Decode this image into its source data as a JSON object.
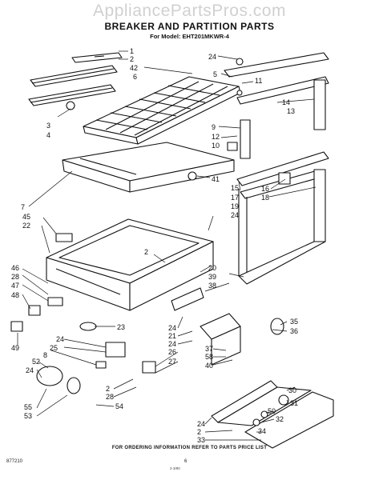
{
  "watermark": "AppliancePartsPros.com",
  "title": "BREAKER AND PARTITION PARTS",
  "model_line": "For Model: EHT201MKWR-4",
  "footer": "FOR ORDERING INFORMATION REFER TO PARTS PRICE LIST",
  "doc_code": "877210",
  "page_number": "6",
  "page_sub": "2-3/90",
  "callouts": [
    "1",
    "2",
    "42",
    "6",
    "3",
    "4",
    "24",
    "5",
    "11",
    "14",
    "13",
    "9",
    "12",
    "10",
    "41",
    "15",
    "17",
    "16",
    "18",
    "19",
    "24",
    "7",
    "45",
    "22",
    "2",
    "46",
    "28",
    "47",
    "48",
    "49",
    "20",
    "39",
    "38",
    "23",
    "24",
    "25",
    "8",
    "52",
    "24",
    "55",
    "53",
    "2",
    "28",
    "54",
    "24",
    "21",
    "24",
    "26",
    "27",
    "37",
    "58",
    "40",
    "35",
    "36",
    "30",
    "31",
    "50",
    "32",
    "24",
    "2",
    "34",
    "33"
  ]
}
